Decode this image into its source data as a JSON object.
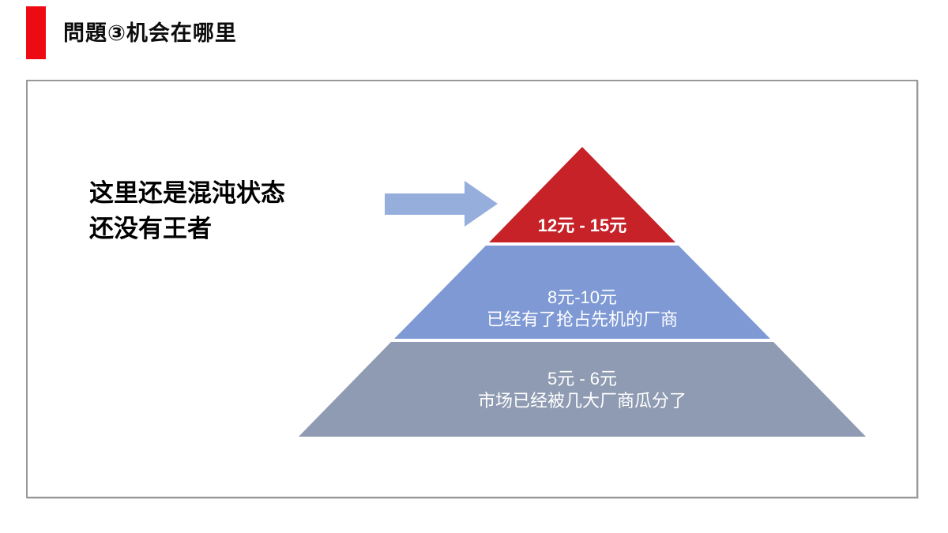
{
  "slide": {
    "title": "問題③机会在哪里"
  },
  "callout": {
    "line1": "这里还是混沌状态",
    "line2": "还没有王者"
  },
  "pyramid": {
    "tiers": [
      {
        "name": "top",
        "price": "12元 - 15元",
        "description": "",
        "color": "#c62228"
      },
      {
        "name": "middle",
        "price": "8元-10元",
        "description": "已经有了抢占先机的厂商",
        "color": "#7e99d4"
      },
      {
        "name": "bottom",
        "price": "5元 - 6元",
        "description": "市场已经被几大厂商瓜分了",
        "color": "#8f9bb2"
      }
    ]
  },
  "colors": {
    "accent_red": "#ee0a12",
    "arrow_blue": "#95aedc",
    "panel_border": "#999999"
  }
}
